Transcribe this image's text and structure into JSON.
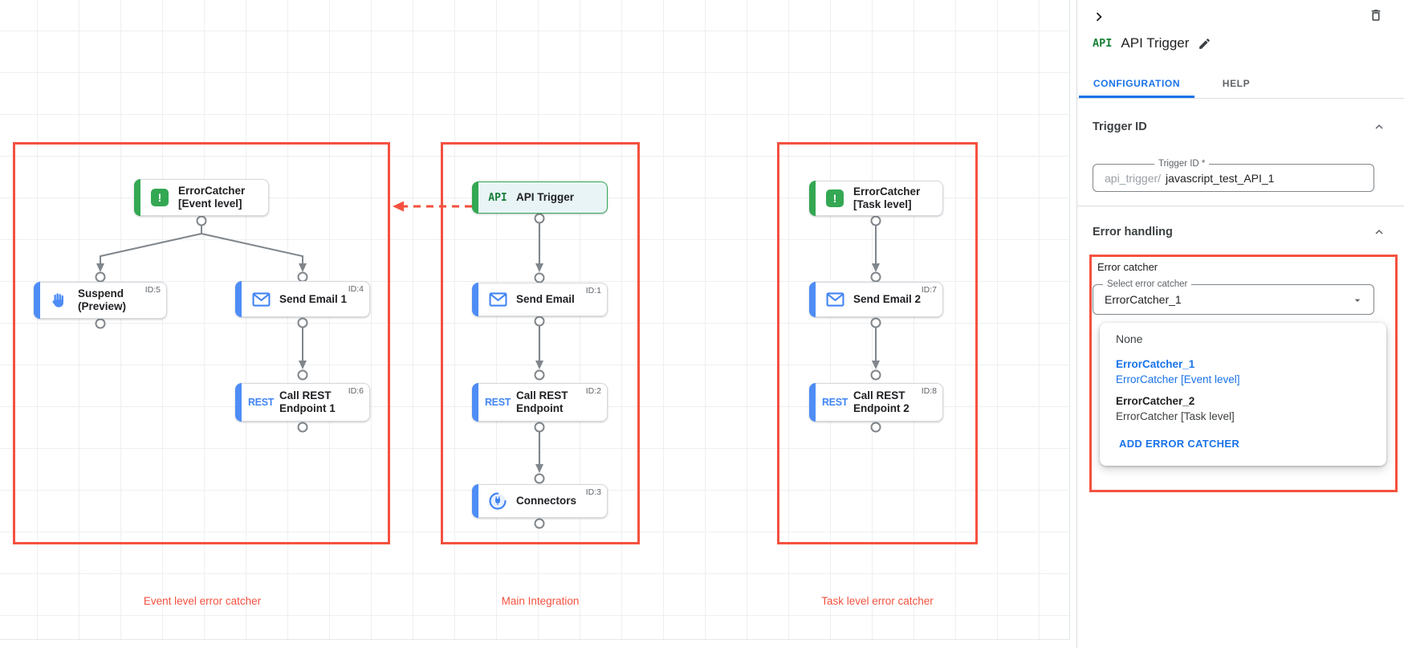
{
  "colors": {
    "marker_red": "#f4513f",
    "accent_blue": "#1a73e8",
    "node_blue": "#4e8df6",
    "node_green": "#34a853",
    "api_badge_green": "#188038",
    "connector_gray": "#80868b",
    "status_dot_red": "#e5342b"
  },
  "canvas": {
    "regions": {
      "event": {
        "label": "Event level error catcher"
      },
      "main": {
        "label": "Main Integration"
      },
      "task": {
        "label": "Task level error catcher"
      }
    },
    "nodes": {
      "event_catcher": {
        "line1": "ErrorCatcher",
        "line2": "[Event level]"
      },
      "suspend": {
        "line1": "Suspend",
        "line2": "(Preview)",
        "id": "ID:5"
      },
      "send_email_1": {
        "line1": "Send Email 1",
        "id": "ID:4"
      },
      "call_rest_1": {
        "line1": "Call REST",
        "line2": "Endpoint 1",
        "id": "ID:6",
        "icon_text": "REST"
      },
      "api_trigger": {
        "line1": "API Trigger",
        "icon_text": "API"
      },
      "send_email": {
        "line1": "Send Email",
        "id": "ID:1"
      },
      "call_rest": {
        "line1": "Call REST",
        "line2": "Endpoint",
        "id": "ID:2",
        "icon_text": "REST"
      },
      "connectors": {
        "line1": "Connectors",
        "id": "ID:3"
      },
      "task_catcher": {
        "line1": "ErrorCatcher",
        "line2": "[Task level]"
      },
      "send_email_2": {
        "line1": "Send Email 2",
        "id": "ID:7"
      },
      "call_rest_2": {
        "line1": "Call REST",
        "line2": "Endpoint 2",
        "id": "ID:8",
        "icon_text": "REST"
      }
    }
  },
  "panel": {
    "type_badge": "API",
    "title": "API Trigger",
    "tabs": {
      "configuration": "CONFIGURATION",
      "help": "HELP"
    },
    "trigger_section": {
      "heading": "Trigger ID",
      "field_label": "Trigger ID *",
      "field_prefix": "api_trigger/",
      "field_value": "javascript_test_API_1"
    },
    "error_section": {
      "heading": "Error handling",
      "group_label": "Error catcher",
      "select_label": "Select error catcher",
      "select_value": "ErrorCatcher_1",
      "menu": {
        "none": "None",
        "opt1_name": "ErrorCatcher_1",
        "opt1_desc": "ErrorCatcher [Event level]",
        "opt2_name": "ErrorCatcher_2",
        "opt2_desc": "ErrorCatcher [Task level]",
        "add_action": "ADD ERROR CATCHER"
      }
    }
  }
}
